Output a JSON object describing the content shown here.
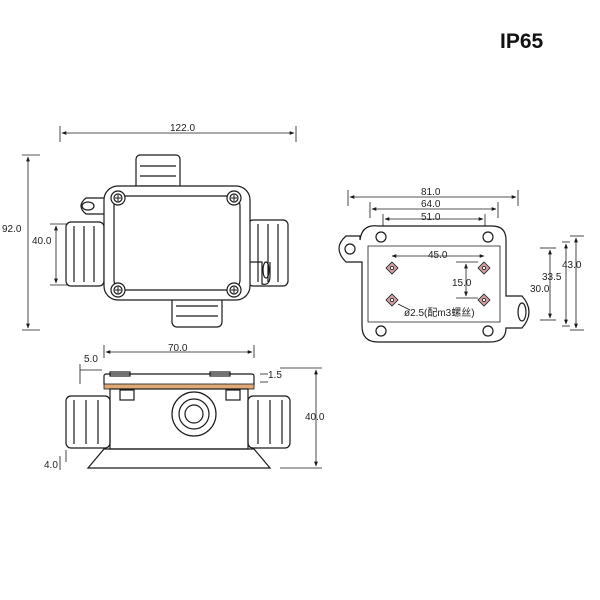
{
  "badge": "IP65",
  "colors": {
    "line": "#1a1a1a",
    "gasket": "#e0a878",
    "mount_marker": "#d2a0a0"
  },
  "top_view": {
    "dim_width": "122.0",
    "dim_height_total": "92.0",
    "dim_height_body": "40.0"
  },
  "side_view": {
    "dim_width": "70.0",
    "dim_flange": "5.0",
    "dim_lid": "1.5",
    "dim_base": "4.0",
    "dim_height": "40.0"
  },
  "base_view": {
    "dim_81": "81.0",
    "dim_64": "64.0",
    "dim_51": "51.0",
    "dim_45": "45.0",
    "dim_15": "15.0",
    "dim_30": "30.0",
    "dim_33_5": "33.5",
    "dim_43": "43.0",
    "hole_note": "ø2.5(配m3螺丝)"
  }
}
